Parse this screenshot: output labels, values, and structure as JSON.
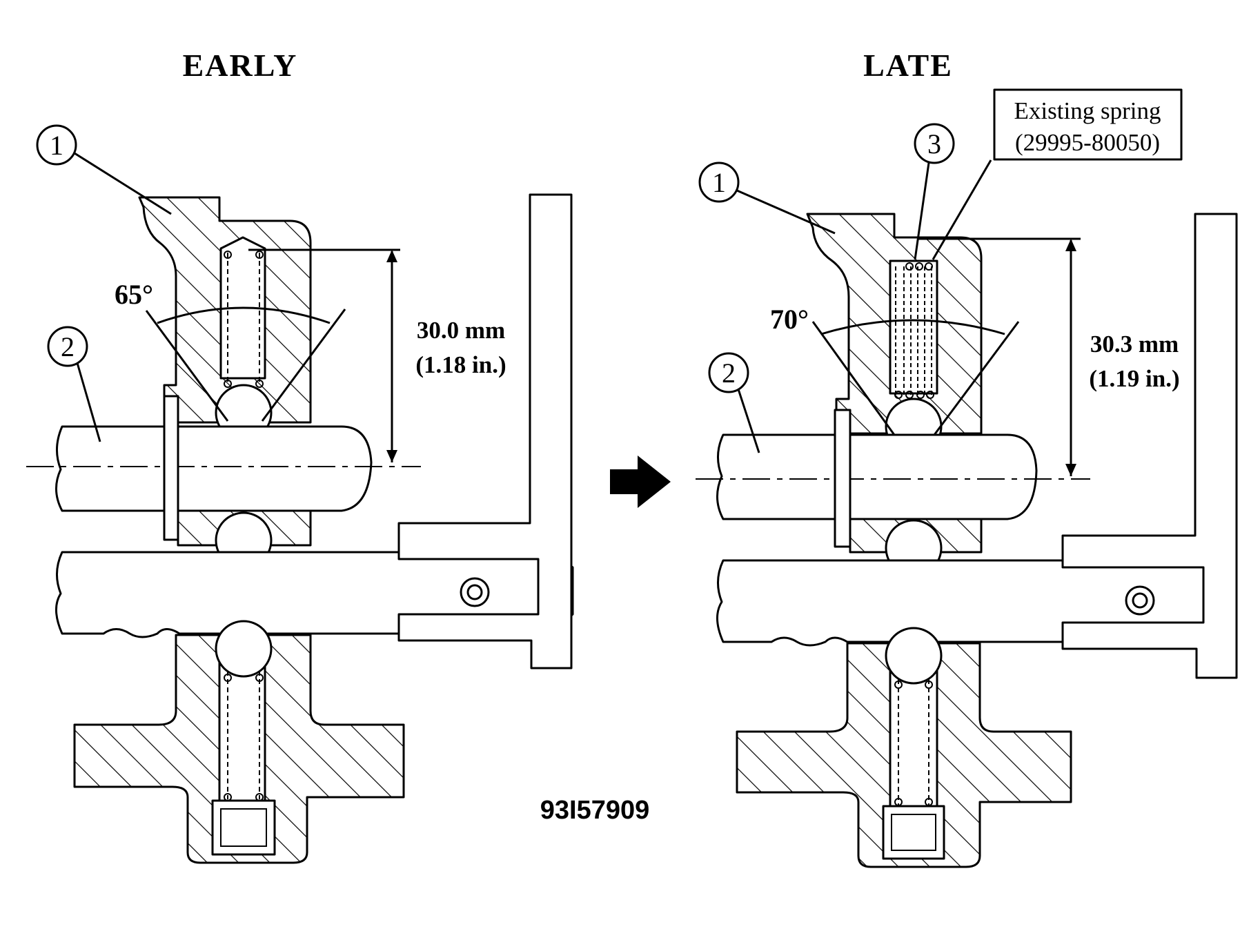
{
  "figure": {
    "figure_code": "93I57909",
    "colors": {
      "ink": "#000000",
      "paper": "#ffffff"
    },
    "arrow_icon": "right-arrow-icon"
  },
  "early": {
    "heading": "EARLY",
    "callout_1": "1",
    "callout_2": "2",
    "angle": "65°",
    "dimension_mm": "30.0 mm",
    "dimension_in": "(1.18 in.)"
  },
  "late": {
    "heading": "LATE",
    "callout_1": "1",
    "callout_2": "2",
    "callout_3": "3",
    "angle": "70°",
    "dimension_mm": "30.3 mm",
    "dimension_in": "(1.19 in.)",
    "spring_note_line1": "Existing spring",
    "spring_note_line2": "(29995-80050)"
  }
}
